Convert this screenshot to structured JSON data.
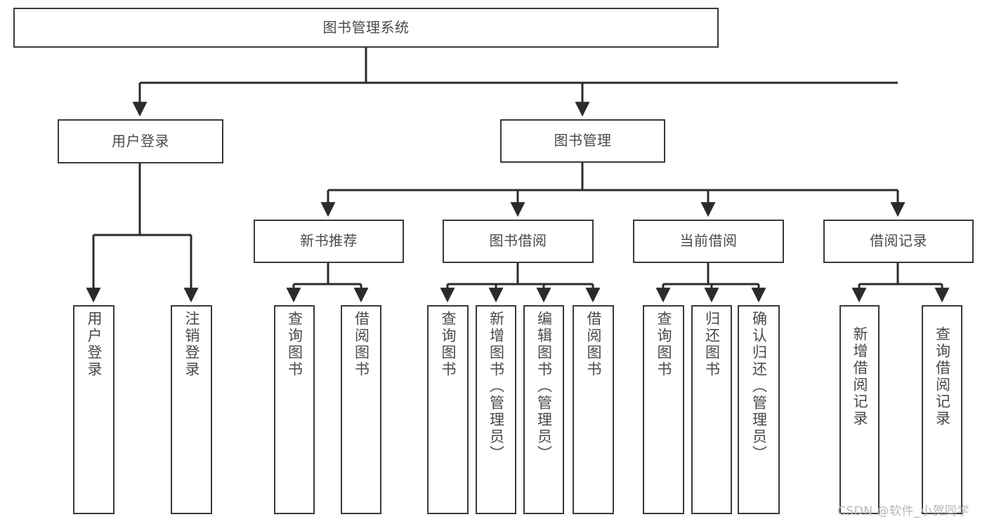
{
  "diagram": {
    "type": "tree-hierarchy-diagram",
    "title": "图书管理系统",
    "watermark": "CSDN @软件_小贺同学",
    "colors": {
      "box_border": "#3a3a3a",
      "box_fill": "#ffffff",
      "connector": "#2b2b2b",
      "text": "#4a4a4a",
      "watermark": "#b6b6b6",
      "background": "#ffffff"
    },
    "root": {
      "label": "图书管理系统"
    },
    "level1": [
      {
        "label": "用户登录"
      },
      {
        "label": "图书管理"
      }
    ],
    "level2": [
      {
        "label": "新书推荐"
      },
      {
        "label": "图书借阅"
      },
      {
        "label": "当前借阅"
      },
      {
        "label": "借阅记录"
      }
    ],
    "leaves_user_login": [
      {
        "label": "用户登录"
      },
      {
        "label": "注销登录"
      }
    ],
    "leaves_new_book": [
      {
        "label": "查询图书"
      },
      {
        "label": "借阅图书"
      }
    ],
    "leaves_borrow": [
      {
        "label": "查询图书"
      },
      {
        "label": "新增图书（管理员）"
      },
      {
        "label": "编辑图书（管理员）"
      },
      {
        "label": "借阅图书"
      }
    ],
    "leaves_current": [
      {
        "label": "查询图书"
      },
      {
        "label": "归还图书"
      },
      {
        "label": "确认归还（管理员）"
      }
    ],
    "leaves_records": [
      {
        "label": "新增借阅记录"
      },
      {
        "label": "查询借阅记录"
      }
    ]
  }
}
